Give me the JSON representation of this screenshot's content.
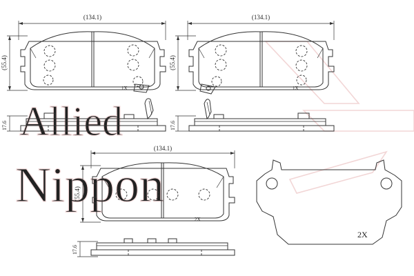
{
  "watermark": {
    "line1": "Allied",
    "line2": "Nippon"
  },
  "views": {
    "top_left": {
      "width_label": "(134.1)",
      "height_label": "(55.4)",
      "qty_label": "1X"
    },
    "top_right": {
      "width_label": "(134.1)",
      "height_label": "(55.4)",
      "qty_label": "1X"
    },
    "bottom": {
      "width_label": "(134.1)",
      "height_label": "(55.4)",
      "qty_label": "2X"
    },
    "side_left": {
      "thickness_label": "17.6"
    },
    "side_right": {
      "thickness_label": "17.6"
    },
    "side_bottom": {
      "thickness_label": "17.6"
    },
    "shim": {
      "qty_label": "2X"
    }
  },
  "colors": {
    "line": "#333333",
    "watermark": "#f2d6d6"
  }
}
